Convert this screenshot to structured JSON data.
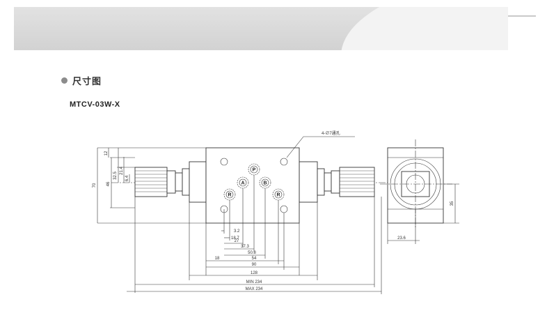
{
  "section": {
    "title": "尺寸图"
  },
  "model": "MTCV-03W-X",
  "drawing": {
    "hole_note": "4-∅7通孔",
    "ports": [
      "P",
      "A",
      "B",
      "R",
      "R"
    ],
    "vertical_dims_left": [
      "70",
      "46",
      "32.5",
      "21.4",
      "12",
      "6.4"
    ],
    "horizontal_dims": [
      "3.2",
      "18.7",
      "27",
      "37.3",
      "50.8",
      "54",
      "18",
      "90",
      "128",
      "MIN 234",
      "MAX 234"
    ],
    "side_view_dims": [
      "23.6",
      "35"
    ]
  }
}
